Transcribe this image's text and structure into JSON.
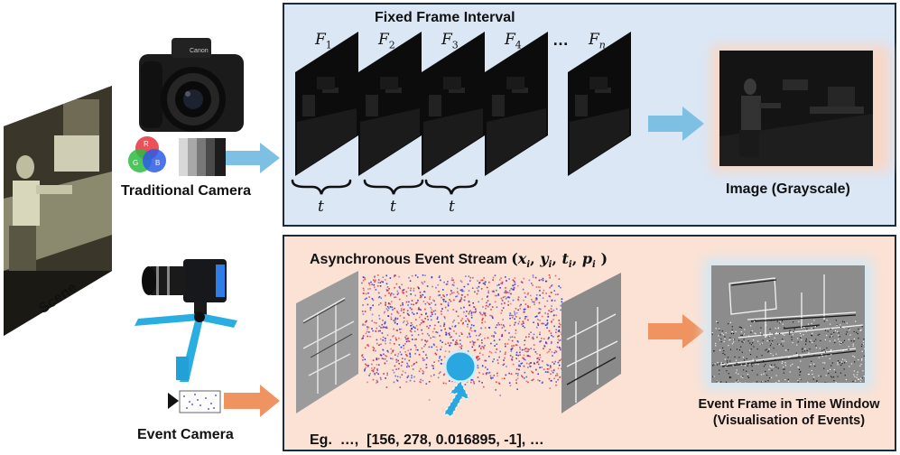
{
  "scene": {
    "label": "Scene"
  },
  "traditional_camera": {
    "label": "Traditional Camera",
    "rgb_letters": [
      "R",
      "G",
      "B"
    ]
  },
  "event_camera": {
    "label": "Event Camera"
  },
  "top_panel": {
    "title": "Fixed Frame Interval",
    "frames": [
      {
        "name": "F",
        "sub": "1"
      },
      {
        "name": "F",
        "sub": "2"
      },
      {
        "name": "F",
        "sub": "3"
      },
      {
        "name": "F",
        "sub": "4"
      },
      {
        "name": "F",
        "sub": "n"
      }
    ],
    "ellipsis": "…",
    "interval_symbol": "t",
    "output_label": "Image (Grayscale)"
  },
  "bottom_panel": {
    "title_text": "Asynchronous Event Stream",
    "tuple": {
      "open": "(",
      "close": ")",
      "vars": [
        {
          "v": "x",
          "s": "i"
        },
        {
          "v": "y",
          "s": "i"
        },
        {
          "v": "t",
          "s": "i"
        },
        {
          "v": "p",
          "s": "i"
        }
      ]
    },
    "example": "Eg.  …,  [156, 278, 0.016895, -1], …",
    "output_label_line1": "Event Frame in Time Window",
    "output_label_line2": "(Visualisation of Events)"
  },
  "colors": {
    "top_panel_bg": "#dbe7f5",
    "bottom_panel_bg": "#fbe2d5",
    "blue_arrow": "#7ec0e3",
    "orange_arrow": "#ef9461",
    "event_blue": "#2233cc",
    "event_red": "#dd2233",
    "event_marker": "#2aa7e0"
  }
}
